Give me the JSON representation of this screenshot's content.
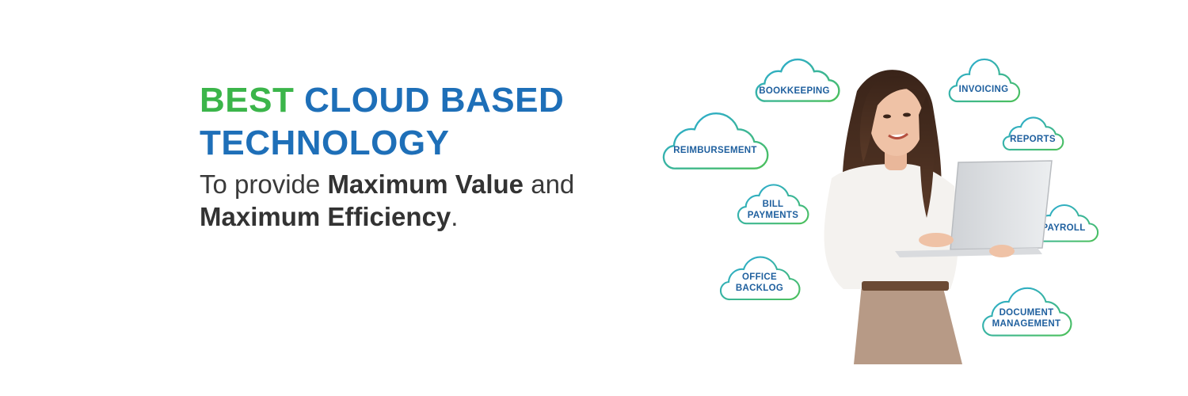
{
  "headline": {
    "accent_word": "BEST",
    "line1_rest": "CLOUD BASED",
    "line2": "TECHNOLOGY"
  },
  "subline": {
    "part1": "To provide ",
    "bold1": "Maximum Value",
    "part2": " and",
    "bold2": "Maximum Efficiency",
    "end": "."
  },
  "clouds": {
    "bookkeeping": "BOOKKEEPING",
    "invoicing": "INVOICING",
    "reimbursement": "REIMBURSEMENT",
    "reports": "REPORTS",
    "bill_payments_1": "BILL",
    "bill_payments_2": "PAYMENTS",
    "payroll": "PAYROLL",
    "office_backlog_1": "OFFICE",
    "office_backlog_2": "BACKLOG",
    "document_management_1": "DOCUMENT",
    "document_management_2": "MANAGEMENT"
  },
  "colors": {
    "brand_blue": "#1e6fb8",
    "brand_green": "#3bb54a",
    "cloud_gradient_start": "#27a9e1",
    "cloud_gradient_end": "#4cc059"
  }
}
